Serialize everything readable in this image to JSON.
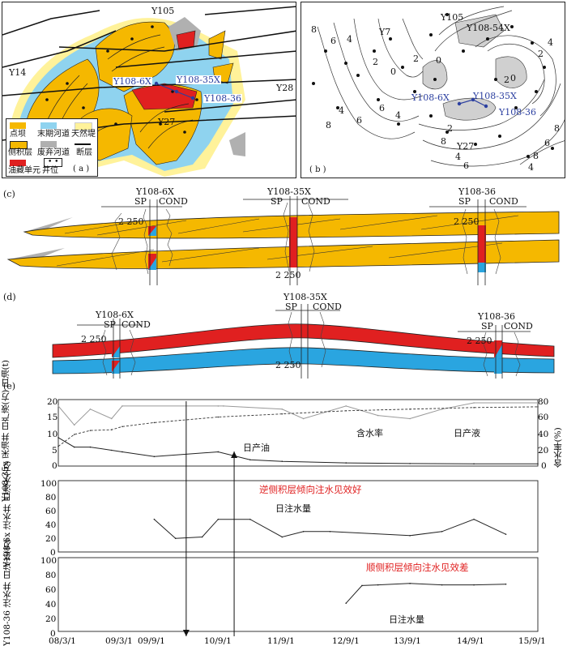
{
  "panel_a": {
    "tag": "( a )",
    "wells": {
      "y105": "Y105",
      "y14": "Y14",
      "y27": "Y27",
      "y28": "Y28",
      "y6x": "Y108-6X",
      "y35x": "Y108-35X",
      "y36": "Y108-36"
    },
    "legend": {
      "point_bar": "点坝",
      "abandoned_channel_end": "末期河道",
      "natural_levee": "天然堤",
      "lateral_accretion": "侧积层",
      "abandoned_channel": "废弃河道",
      "fault": "断层",
      "reservoir_unit": "油藏单元",
      "well_location": "井位"
    },
    "colors": {
      "point_bar": "#f5b800",
      "channel": "#8fd3ef",
      "levee": "#fff29a",
      "abandoned": "#b0b0b0",
      "reservoir": "#e02020"
    }
  },
  "panel_b": {
    "tag": "( b )",
    "wells": {
      "y105": "Y105",
      "y54x": "Y108-54X",
      "y7": "Y7",
      "y27": "Y27",
      "y6x": "Y108-6X",
      "y35x": "Y108-35X",
      "y36": "Y108-36"
    },
    "contour_labels": [
      "8",
      "6",
      "4",
      "2",
      "0",
      "2",
      "4",
      "6",
      "8",
      "6",
      "4",
      "2",
      "0",
      "2",
      "4",
      "6",
      "8",
      "0",
      "2",
      "4",
      "6",
      "8",
      "8",
      "6",
      "4",
      "2",
      "0",
      "2",
      "4",
      "8",
      "6",
      "4"
    ]
  },
  "panel_c": {
    "tag": "(c)",
    "wells": [
      {
        "name": "Y108-6X",
        "sp": "SP",
        "cond": "COND",
        "depth": "2 250"
      },
      {
        "name": "Y108-35X",
        "sp": "SP",
        "cond": "COND",
        "depth": "2 250"
      },
      {
        "name": "Y108-36",
        "sp": "SP",
        "cond": "COND",
        "depth": "2 250"
      }
    ]
  },
  "panel_d": {
    "tag": "(d)",
    "wells": [
      {
        "name": "Y108-6X",
        "sp": "SP",
        "cond": "COND",
        "depth": "2 250"
      },
      {
        "name": "Y108-35X",
        "sp": "SP",
        "cond": "COND",
        "depth": "2 250"
      },
      {
        "name": "Y108-36",
        "sp": "SP",
        "cond": "COND",
        "depth": "2 250"
      }
    ]
  },
  "panel_e": {
    "tag": "(e)",
    "x_ticks": [
      "08/3/1",
      "09/3/1",
      "09/9/1",
      "10/9/1",
      "11/9/1",
      "12/9/1",
      "13/9/1",
      "14/9/1",
      "15/9/1"
    ],
    "chart_data": [
      {
        "type": "line",
        "title": "",
        "ylabel_left": "Y108-35x 采油井 日产液(方) 日油(t)",
        "ylabel_right": "含水率(%)",
        "y_ticks_left": [
          "20",
          "15",
          "10",
          "5",
          "0"
        ],
        "y_ticks_right": [
          "80",
          "60",
          "40",
          "20",
          "0"
        ],
        "ylim_left": [
          0,
          20
        ],
        "ylim_right": [
          0,
          80
        ],
        "annotations": [
          "日产油",
          "含水率",
          "日产液"
        ],
        "series": [
          {
            "name": "日产液",
            "x": [
              "08/3/1",
              "08/6/1",
              "08/9/1",
              "09/1/1",
              "09/3/1",
              "10/9/1",
              "10/10/1",
              "11/9/1",
              "12/1/1",
              "12/9/1",
              "13/3/1",
              "13/9/1",
              "14/3/1",
              "14/9/1",
              "15/9/1"
            ],
            "values": [
              19,
              13,
              18,
              15,
              19,
              19,
              19,
              18,
              15,
              19,
              16,
              15,
              18,
              20,
              20
            ]
          },
          {
            "name": "含水率",
            "x": [
              "08/3/1",
              "08/6/1",
              "08/9/1",
              "09/1/1",
              "09/3/1",
              "09/9/1",
              "10/9/1",
              "11/9/1",
              "12/9/1",
              "13/9/1",
              "14/9/1",
              "15/9/1"
            ],
            "values": [
              25,
              40,
              45,
              46,
              50,
              55,
              62,
              66,
              70,
              72,
              74,
              75
            ]
          },
          {
            "name": "日产油",
            "x": [
              "08/3/1",
              "08/6/1",
              "08/9/1",
              "09/1/1",
              "09/3/1",
              "09/9/1",
              "10/9/1",
              "11/3/1",
              "11/9/1",
              "12/9/1",
              "13/9/1",
              "14/9/1",
              "15/9/1"
            ],
            "values": [
              9,
              6,
              6,
              5,
              4.5,
              3,
              4.5,
              2,
              1.5,
              1,
              0.8,
              0.7,
              0.7
            ]
          }
        ]
      },
      {
        "type": "line",
        "ylabel": "Y108-6x 注水井 日注水(方)",
        "y_ticks": [
          "100",
          "80",
          "60",
          "40",
          "20",
          "0"
        ],
        "ylim": [
          0,
          100
        ],
        "annotation": "逆侧积层倾向注水见效好",
        "annotation2": "日注水量",
        "series": [
          {
            "name": "日注水量",
            "x": [
              "09/9/1",
              "10/1/1",
              "10/6/1",
              "10/9/1",
              "11/3/1",
              "11/9/1",
              "12/1/1",
              "12/6/1",
              "13/9/1",
              "14/3/1",
              "14/9/1",
              "15/3/1"
            ],
            "values": [
              48,
              20,
              22,
              48,
              48,
              22,
              30,
              30,
              24,
              30,
              48,
              26
            ]
          }
        ]
      },
      {
        "type": "line",
        "ylabel": "Y108-36 注水井 日注水(方)",
        "y_ticks": [
          "100",
          "80",
          "60",
          "40",
          "20",
          "0"
        ],
        "ylim": [
          0,
          100
        ],
        "annotation": "顺侧积层倾向注水见效差",
        "annotation2": "日注水量",
        "series": [
          {
            "name": "日注水量",
            "x": [
              "12/9/1",
              "12/12/1",
              "13/3/1",
              "13/9/1",
              "14/3/1",
              "14/9/1",
              "15/3/1"
            ],
            "values": [
              40,
              65,
              66,
              68,
              66,
              66,
              67
            ]
          }
        ]
      }
    ]
  }
}
